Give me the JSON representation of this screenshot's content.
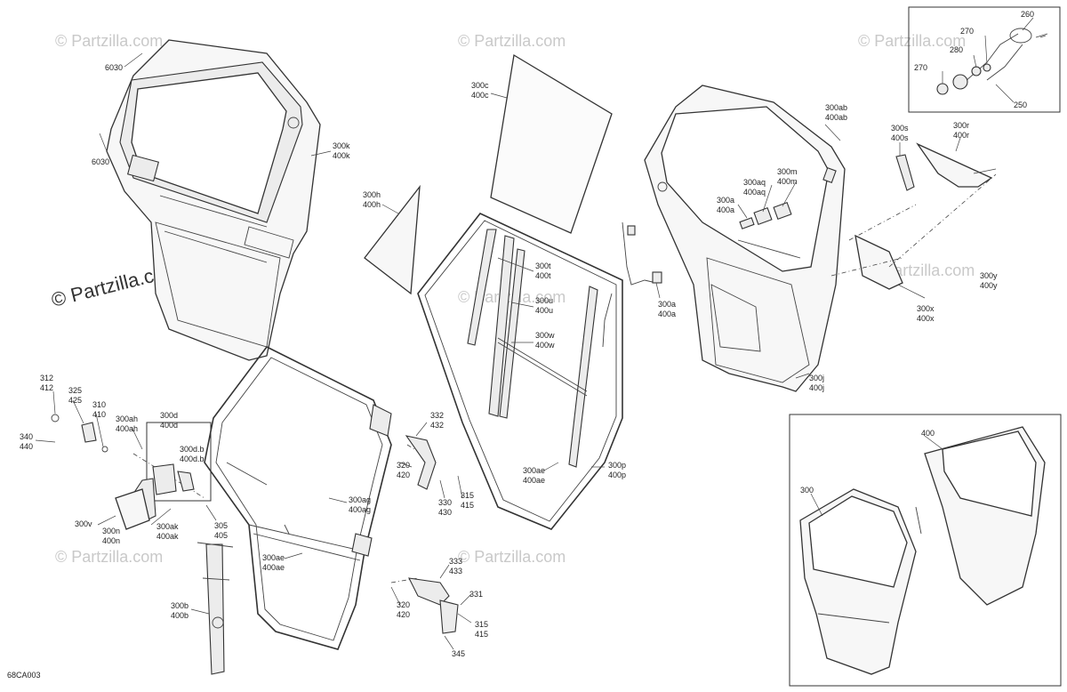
{
  "watermark": {
    "text": "© Partzilla.com"
  },
  "diagram_code": "68CA003",
  "callouts": {
    "c6030a": "6030",
    "c6030b": "6030",
    "c300k": "300k",
    "c400k": "400k",
    "c300h": "300h",
    "c400h": "400h",
    "c300c": "300c",
    "c400c": "400c",
    "c300t": "300t",
    "c400t": "400t",
    "c300u": "300u",
    "c400u": "400u",
    "c300w": "300w",
    "c400w": "400w",
    "c300a1": "300a",
    "c400a1": "400a",
    "c300a2": "300a",
    "c400a2": "400a",
    "c300aq": "300aq",
    "c400aq": "400aq",
    "c300m": "300m",
    "c400m": "400m",
    "c300ab": "300ab",
    "c400ab": "400ab",
    "c300s": "300s",
    "c400s": "400s",
    "c300r": "300r",
    "c400r": "400r",
    "c300y": "300y",
    "c400y": "400y",
    "c300x": "300x",
    "c400x": "400x",
    "c300j": "300j",
    "c400j": "400j",
    "c300p": "300p",
    "c400p": "400p",
    "c300ae1": "300ae",
    "c400ae1": "400ae",
    "c300ae2": "300ae",
    "c400ae2": "400ae",
    "c300ag": "300ag",
    "c400ag": "400ag",
    "c312": "312",
    "c412": "412",
    "c325": "325",
    "c425": "425",
    "c310": "310",
    "c410": "410",
    "c340": "340",
    "c440": "440",
    "c300ah": "300ah",
    "c400ah": "400ah",
    "c300d": "300d",
    "c400d": "400d",
    "c300db": "300d.b",
    "c400db": "400d.b",
    "c300v": "300v",
    "c300n": "300n",
    "c400n": "400n",
    "c300ak": "300ak",
    "c400ak": "400ak",
    "c305": "305",
    "c405": "405",
    "c300b": "300b",
    "c400b": "400b",
    "c332": "332",
    "c432": "432",
    "c320a": "320",
    "c420a": "420",
    "c330": "330",
    "c430": "430",
    "c315a": "315",
    "c415a": "415",
    "c333": "333",
    "c433": "433",
    "c320b": "320",
    "c420b": "420",
    "c331": "331",
    "c315b": "315",
    "c415b": "415",
    "c345": "345",
    "c260": "260",
    "c270a": "270",
    "c280": "280",
    "c270b": "270",
    "c250": "250",
    "c400inset": "400",
    "c300inset": "300"
  }
}
